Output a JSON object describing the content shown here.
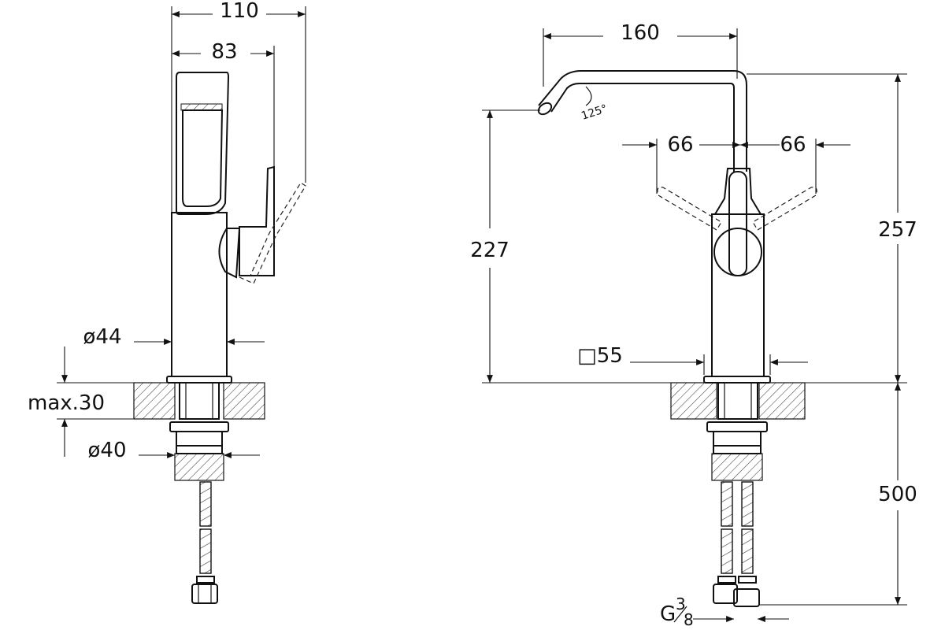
{
  "side_view": {
    "overall_depth": "110",
    "handle_depth": "83",
    "body_diameter": "ø44",
    "max_deck_thickness": "max.30",
    "hole_diameter": "ø40"
  },
  "front_view": {
    "spout_reach": "160",
    "handle_left": "66",
    "handle_right": "66",
    "spout_angle": "125°",
    "spout_height": "227",
    "total_height": "257",
    "base_square": "□55",
    "hose_length": "500",
    "connection_thread_prefix": "G",
    "connection_thread_num": "3",
    "connection_thread_den": "8"
  }
}
